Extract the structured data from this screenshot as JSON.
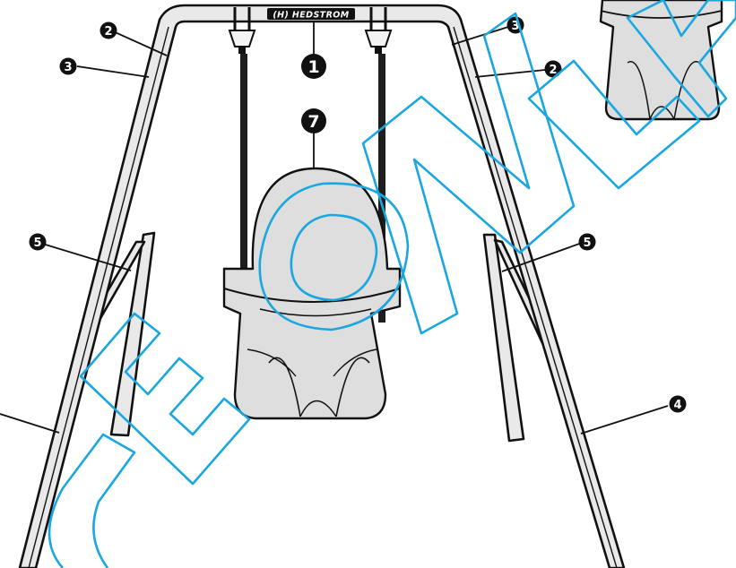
{
  "brand": {
    "logo_text": "(H) HEDSTROM"
  },
  "callouts": [
    {
      "id": "c1",
      "label": "1"
    },
    {
      "id": "c2_left",
      "label": "2"
    },
    {
      "id": "c2_right",
      "label": "2"
    },
    {
      "id": "c3_left",
      "label": "3"
    },
    {
      "id": "c3_right",
      "label": "3"
    },
    {
      "id": "c4",
      "label": "4"
    },
    {
      "id": "c5_left",
      "label": "5"
    },
    {
      "id": "c5_right",
      "label": "5"
    },
    {
      "id": "c7",
      "label": "7"
    }
  ],
  "watermark": {
    "text": "SERVICE ONLY",
    "color": "#1aa7e0"
  }
}
